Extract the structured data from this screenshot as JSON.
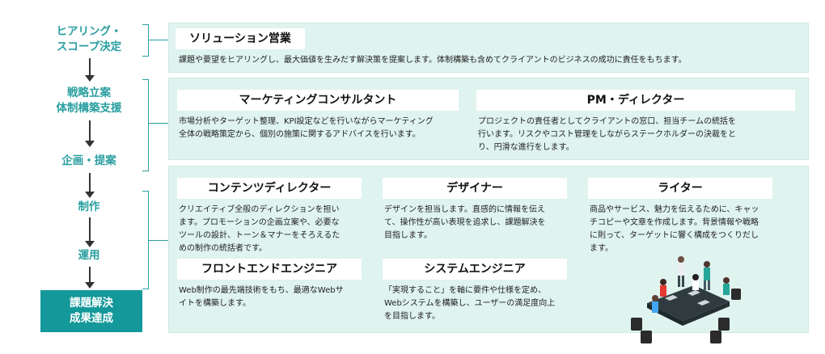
{
  "flow": {
    "steps": [
      {
        "line1": "ヒアリング・",
        "line2": "スコープ決定"
      },
      {
        "line1": "戦略立案",
        "line2": "体制構築支援"
      },
      {
        "line1": "企画・提案",
        "line2": ""
      },
      {
        "line1": "制作",
        "line2": ""
      },
      {
        "line1": "運用",
        "line2": ""
      },
      {
        "line1": "課題解決",
        "line2": "成果達成"
      }
    ]
  },
  "panels": {
    "solution": {
      "title": "ソリューション営業",
      "desc": "課題や要望をヒアリングし、最大価値を生みだす解決策を提案します。体制構築も含めてクライアントのビジネスの成功に責任をもちます。"
    },
    "marketing": {
      "title": "マーケティングコンサルタント",
      "desc_l1": "市場分析やターゲット整理、KPI設定などを行いながらマーケティング",
      "desc_l2": "全体の戦略策定から、個別の施策に関するアドバイスを行います。"
    },
    "pm": {
      "title": "PM・ディレクター",
      "desc_l1": "プロジェクトの責任者としてクライアントの窓口、担当チームの統括を",
      "desc_l2": "行います。リスクやコスト管理をしながらステークホルダーの決裁をと",
      "desc_l3": "り、円滑な進行をします。"
    },
    "content": {
      "title": "コンテンツディレクター",
      "desc_l1": "クリエイティブ全般のディレクションを担い",
      "desc_l2": "ます。プロモーションの企画立案や、必要な",
      "desc_l3": "ツールの設計、トーン＆マナーをそろえるた",
      "desc_l4": "めの制作の統括者です。"
    },
    "designer": {
      "title": "デザイナー",
      "desc_l1": "デザインを担当します。直感的に情報を伝え",
      "desc_l2": "て、操作性が高い表現を追求し、課題解決を",
      "desc_l3": "目指します。"
    },
    "writer": {
      "title": "ライター",
      "desc_l1": "商品やサービス、魅力を伝えるために、キャッ",
      "desc_l2": "チコピーや文章を作成します。背景情報や戦略",
      "desc_l3": "に則って、ターゲットに響く構成をつくりだし",
      "desc_l4": "ます。"
    },
    "frontend": {
      "title": "フロントエンドエンジニア",
      "desc_l1": "Web制作の最先端技術をもち、最適なWebサ",
      "desc_l2": "イトを構築します。"
    },
    "system": {
      "title": "システムエンジニア",
      "desc_l1": "「実現すること」を軸に要件や仕様を定め、",
      "desc_l2": "Webシステムを構築し、ユーザーの満足度向上",
      "desc_l3": "を目指します。"
    }
  },
  "colors": {
    "accent": "#2a9ea0",
    "panel_bg": "#dff3ef",
    "final_bg": "#15989a"
  }
}
